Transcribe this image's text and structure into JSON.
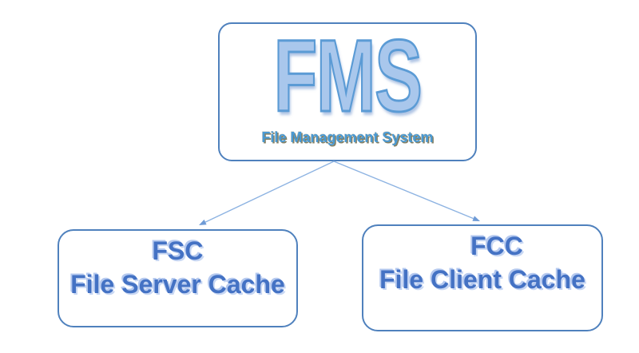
{
  "diagram": {
    "root": {
      "abbr": "FMS",
      "label": "File Management System"
    },
    "children": [
      {
        "abbr": "FSC",
        "label": "File Server Cache"
      },
      {
        "abbr": "FCC",
        "label": "File Client Cache"
      }
    ],
    "connections": [
      {
        "from": "FMS",
        "to": "FSC"
      },
      {
        "from": "FMS",
        "to": "FCC"
      }
    ],
    "colors": {
      "box_border": "#4f81bd",
      "fms_fill": "#a9c7ec",
      "fms_stroke": "#5b9bd5",
      "subtitle_color": "#4a9ad4",
      "node_text": "#4472c4",
      "node_text_halo": "#b5c9ef",
      "arrow_line": "#8db3e2",
      "arrow_head": "#6f9bd6"
    }
  }
}
